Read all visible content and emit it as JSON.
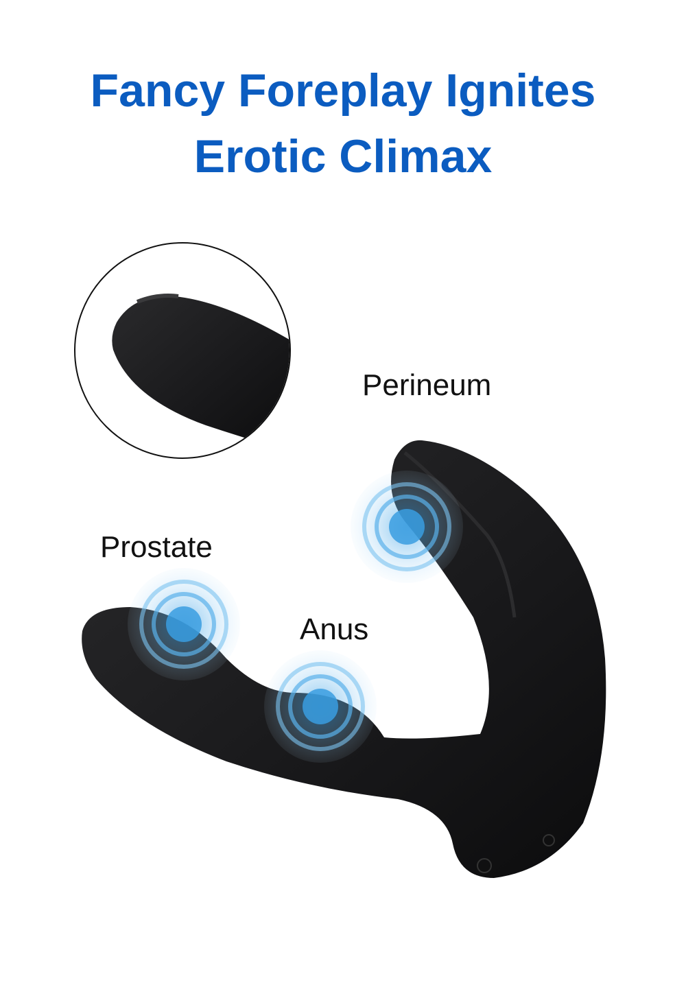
{
  "header": {
    "title_line1": "Fancy Foreplay Ignites",
    "title_line2": "Erotic Climax"
  },
  "labels": {
    "perineum": "Perineum",
    "prostate": "Prostate",
    "anus": "Anus"
  },
  "colors": {
    "title": "#0b5cc0",
    "pulse": "#3a9ee0",
    "product": "#1c1c1e"
  }
}
